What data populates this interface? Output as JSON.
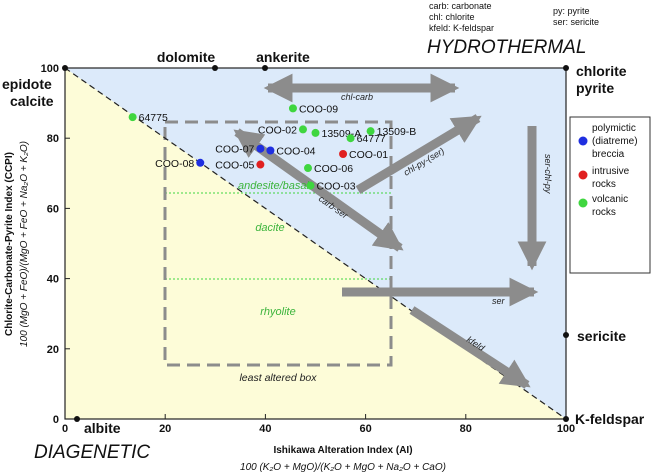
{
  "chart_data": {
    "type": "scatter",
    "title": "",
    "xlabel": "Ishikawa Alteration Index (AI)",
    "xlabel_formula": "100 (K₂O + MgO)/(K₂O + MgO + Na₂O + CaO)",
    "ylabel": "Chlorite-Carbonate-Pyrite Index (CCPI)",
    "ylabel_formula": "100 (MgO + FeO)/(MgO + FeO + Na₂O + K₂O)",
    "xlim": [
      0,
      100
    ],
    "ylim": [
      0,
      100
    ],
    "x_ticks": [
      "0",
      "20",
      "40",
      "60",
      "80",
      "100"
    ],
    "y_ticks": [
      "0",
      "20",
      "40",
      "60",
      "80",
      "100"
    ],
    "grid": false,
    "abbreviations": [
      "carb: carbonate",
      "chl: chlorite",
      "kfeld: K-feldspar",
      "py: pyrite",
      "ser: sericite"
    ],
    "region_labels": {
      "upper": "HYDROTHERMAL",
      "lower": "DIAGENETIC"
    },
    "region_colors": {
      "hydrothermal": "#dceafa",
      "diagenetic": "#fdfcd8"
    },
    "mineral_endmembers": [
      {
        "label": "dolomite",
        "x": 30,
        "y": 100
      },
      {
        "label": "ankerite",
        "x": 40,
        "y": 100
      },
      {
        "label": "chlorite",
        "x": 100,
        "y": 100
      },
      {
        "label": "pyrite",
        "x": 100,
        "y": 100
      },
      {
        "label": "epidote",
        "x": 0,
        "y": 100
      },
      {
        "label": "calcite",
        "x": 0,
        "y": 100
      },
      {
        "label": "sericite",
        "x": 100,
        "y": 24
      },
      {
        "label": "K-feldspar",
        "x": 100,
        "y": 0
      },
      {
        "label": "albite",
        "x": 3,
        "y": 0
      }
    ],
    "least_altered_box": {
      "label": "least altered box",
      "x_range": [
        20,
        65
      ],
      "y_range": [
        15,
        85
      ]
    },
    "rock_fields": [
      {
        "label": "andesite/basalt",
        "boundary_y": 65
      },
      {
        "label": "dacite"
      },
      {
        "label": "rhyolite",
        "boundary_y": 40
      }
    ],
    "trend_labels": [
      "chl-carb",
      "chl-py-(ser)",
      "carb-ser",
      "ser-chl-py",
      "ser",
      "kfeld"
    ],
    "legend": {
      "placement": "right",
      "entries": [
        {
          "label": "polymictic (diatreme) breccia",
          "lines": [
            "polymictic",
            "(diatreme)",
            "breccia"
          ],
          "color": "#1f2fe0"
        },
        {
          "label": "intrusive rocks",
          "lines": [
            "intrusive",
            "rocks"
          ],
          "color": "#e02020"
        },
        {
          "label": "volcanic rocks",
          "lines": [
            "volcanic",
            "rocks"
          ],
          "color": "#3fd63f"
        }
      ]
    },
    "series": [
      {
        "name": "polymictic (diatreme) breccia",
        "color": "#1f2fe0",
        "points": [
          {
            "x": 27,
            "y": 73,
            "label": "COO-08"
          },
          {
            "x": 39,
            "y": 77,
            "label": "COO-07"
          },
          {
            "x": 41,
            "y": 76.5,
            "label": "COO-04"
          }
        ]
      },
      {
        "name": "intrusive rocks",
        "color": "#e02020",
        "points": [
          {
            "x": 39,
            "y": 72.5,
            "label": "COO-05"
          },
          {
            "x": 55.5,
            "y": 75.5,
            "label": "COO-01"
          }
        ]
      },
      {
        "name": "volcanic rocks",
        "color": "#3fd63f",
        "points": [
          {
            "x": 13.5,
            "y": 86,
            "label": "64775"
          },
          {
            "x": 45.5,
            "y": 88.5,
            "label": "COO-09"
          },
          {
            "x": 47.5,
            "y": 82.5,
            "label": "COO-02"
          },
          {
            "x": 50,
            "y": 81.5,
            "label": "13509-A"
          },
          {
            "x": 57,
            "y": 80,
            "label": "64777"
          },
          {
            "x": 61,
            "y": 82,
            "label": "13509-B"
          },
          {
            "x": 48.5,
            "y": 71.5,
            "label": "COO-06"
          },
          {
            "x": 49,
            "y": 66.5,
            "label": "COO-03"
          }
        ]
      }
    ]
  }
}
